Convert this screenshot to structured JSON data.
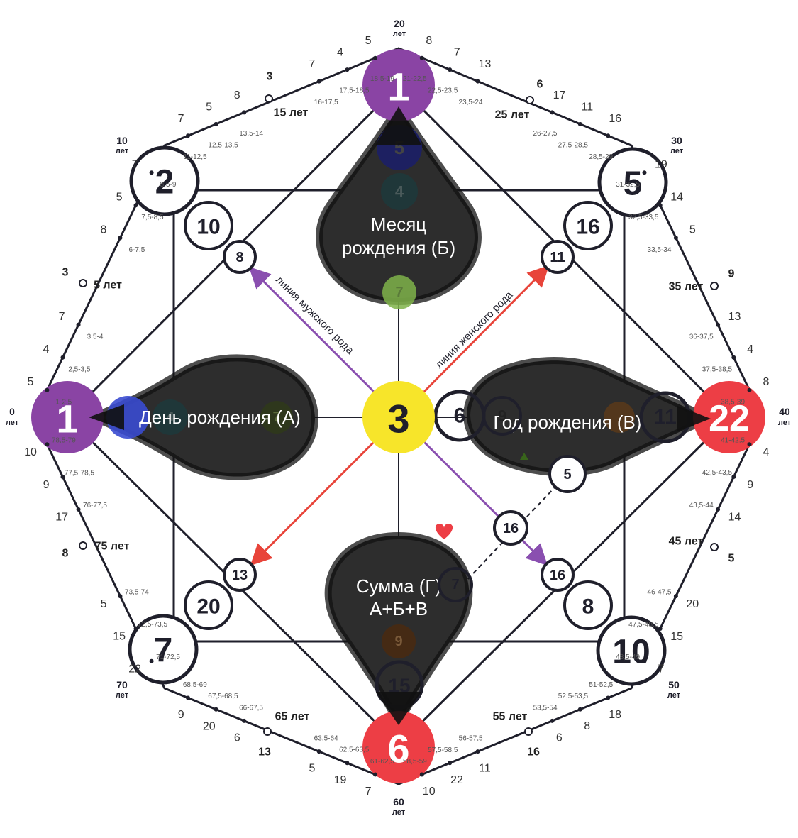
{
  "colors": {
    "purple": "#8a44a4",
    "yellow": "#f7e52a",
    "red": "#ed3e45",
    "dark_ink": "#1f1f2b",
    "drop_fill": "#2d2d2d",
    "male_line": "#8a4fb0",
    "female_line": "#e8443a"
  },
  "main_nodes": {
    "top": "1",
    "left": "1",
    "center": "3",
    "right": "22",
    "bottom": "6"
  },
  "corner_nodes": {
    "top_left": "2",
    "top_right": "5",
    "bottom_left": "7",
    "bottom_right": "10"
  },
  "inner_nodes": {
    "tl_outer": "10",
    "tl_inner": "8",
    "tr_outer": "16",
    "tr_inner": "11",
    "bl_outer": "20",
    "bl_inner": "13",
    "br_outer": "8",
    "br_inner": "16",
    "mid_diag": "16",
    "right_a": "6",
    "right_b": "9",
    "right_c": "11",
    "right_low": "5",
    "bottom_mid": "7",
    "bottom_low": "15",
    "bottom_inner": "9",
    "top_a": "5",
    "top_b": "4",
    "top_c": "7",
    "left_a": "4",
    "left_b": "7"
  },
  "drop_labels": {
    "month_line1": "Месяц",
    "month_line2": "рождения (Б)",
    "day": "День рождения  (А)",
    "year": "Год рождения (В)",
    "sum_line1": "Сумма (Г)",
    "sum_line2": "А+Б+В"
  },
  "line_labels": {
    "male": "линия мужского рода",
    "female": "линия женского рода"
  },
  "ages": {
    "a0": "0",
    "a10": "10",
    "a20": "20",
    "a30": "30",
    "a40": "40",
    "a50": "50",
    "a60": "60",
    "a70": "70",
    "let": "лет"
  },
  "age_markers": {
    "m5": "5 лет",
    "m15": "15 лет",
    "m25": "25 лет",
    "m35": "35 лет",
    "m45": "45 лет",
    "m55": "55 лет",
    "m65": "65 лет",
    "m75": "75 лет"
  },
  "marker_values": {
    "v5": "3",
    "v15": "3",
    "v25": "6",
    "v35": "9",
    "v45": "5",
    "v55": "16",
    "v65": "13",
    "v75": "8"
  },
  "side_numbers": {
    "s0_10": [
      "5",
      "4",
      "7",
      "8",
      "5",
      "7"
    ],
    "s10_20": [
      "7",
      "5",
      "8",
      "7",
      "4",
      "5"
    ],
    "s20_30": [
      "8",
      "7",
      "13",
      "17",
      "11",
      "16"
    ],
    "s30_40": [
      "19",
      "14",
      "5",
      "13",
      "4",
      "8"
    ],
    "s40_50": [
      "4",
      "9",
      "14",
      "20",
      "15",
      "7"
    ],
    "s50_60": [
      "18",
      "8",
      "6",
      "11",
      "22",
      "10"
    ],
    "s60_70": [
      "7",
      "19",
      "5",
      "6",
      "20",
      "9"
    ],
    "s70_80": [
      "22",
      "15",
      "5",
      "17",
      "9",
      "10"
    ]
  },
  "range_labels": {
    "r0_10": [
      "1-2,5",
      "2,5-3,5",
      "3,5-4",
      "6-7,5",
      "7,5-8,5",
      "8,5-9"
    ],
    "r10_20": [
      "11-12,5",
      "12,5-13,5",
      "13,5-14",
      "16-17,5",
      "17,5-18,5",
      "18,5-19"
    ],
    "r20_30": [
      "21-22,5",
      "22,5-23,5",
      "23,5-24",
      "26-27,5",
      "27,5-28,5",
      "28,5-29"
    ],
    "r30_40": [
      "31-32,5",
      "32,5-33,5",
      "33,5-34",
      "36-37,5",
      "37,5-38,5",
      "38,5-39"
    ],
    "r40_50": [
      "41-42,5",
      "42,5-43,5",
      "43,5-44",
      "46-47,5",
      "47,5-48,5",
      "48,5-49"
    ],
    "r50_60": [
      "51-52,5",
      "52,5-53,5",
      "53,5-54",
      "56-57,5",
      "57,5-58,5",
      "58,5-59"
    ],
    "r60_70": [
      "61-62,5",
      "62,5-63,5",
      "63,5-64",
      "66-67,5",
      "67,5-68,5",
      "68,5-69"
    ],
    "r70_80": [
      "71-72,5",
      "72,5-73,5",
      "73,5-74",
      "76-77,5",
      "77,5-78,5",
      "78,5-79"
    ]
  },
  "heart_icon": "heart-icon"
}
